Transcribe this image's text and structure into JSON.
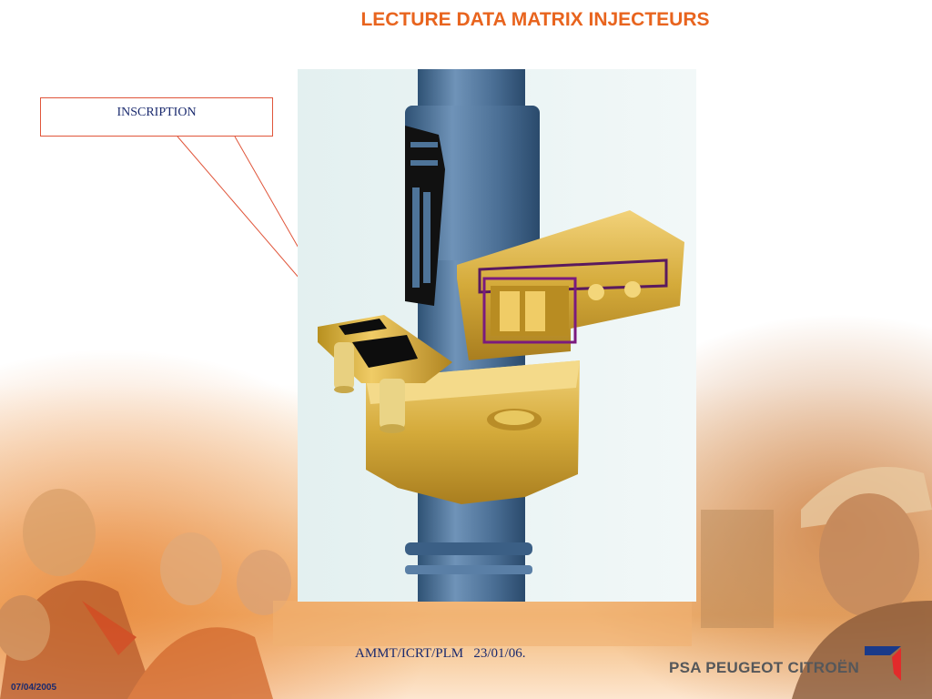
{
  "slide": {
    "title": "LECTURE DATA MATRIX INJECTEURS",
    "callout_label": "INSCRIPTION",
    "footer_text": "AMMT/ICRT/PLM   23/01/06.",
    "date": "07/04/2005",
    "logo_text": "PSA PEUGEOT CITROËN"
  },
  "colors": {
    "title": "#e8641e",
    "text_navy": "#1a2a6e",
    "leader_line": "#e0553a",
    "injector_blue": "#4e7499",
    "bracket_gold": "#d4aa3a",
    "logo_blue": "#1a3a8a",
    "logo_red": "#e22b2b"
  }
}
